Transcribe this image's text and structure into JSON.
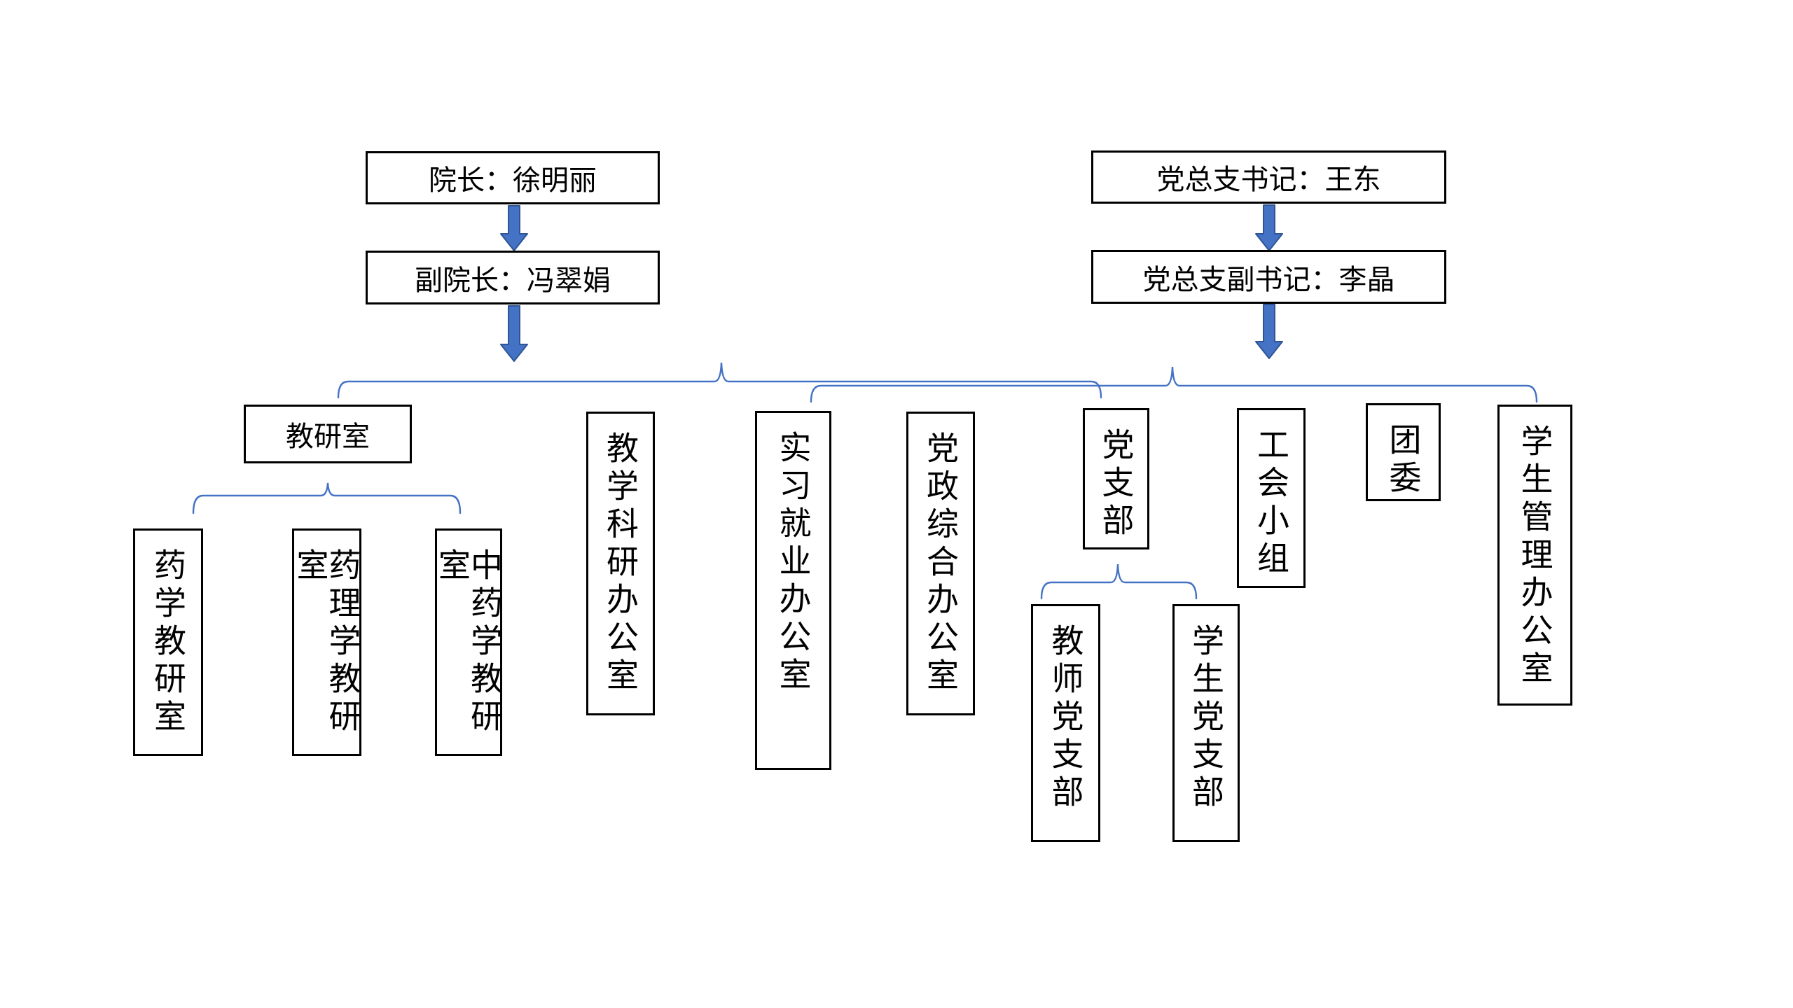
{
  "colors": {
    "background": "#ffffff",
    "box_border": "#000000",
    "text": "#000000",
    "arrow_fill": "#4472C4",
    "arrow_stroke": "#2F5597",
    "brace_stroke": "#4472C4"
  },
  "org_chart": {
    "admin_chain": [
      {
        "label": "院长：徐明丽"
      },
      {
        "label": "副院长：冯翠娟"
      }
    ],
    "party_chain": [
      {
        "label": "党总支书记：王东"
      },
      {
        "label": "党总支副书记：李晶"
      }
    ],
    "units": [
      {
        "label": "教研室"
      },
      {
        "label": "教学科研办公室"
      },
      {
        "label": "实习就业办公室"
      },
      {
        "label": "党政综合办公室"
      },
      {
        "label": "党支部"
      },
      {
        "label": "工会小组"
      },
      {
        "label": "团委"
      },
      {
        "label": "学生管理办公室"
      }
    ],
    "teaching_research_children": [
      {
        "label": "药学教研室"
      },
      {
        "label": "药理学教研室"
      },
      {
        "label": "中药学教研室"
      }
    ],
    "party_branch_children": [
      {
        "label": "教师党支部"
      },
      {
        "label": "学生党支部"
      }
    ]
  }
}
